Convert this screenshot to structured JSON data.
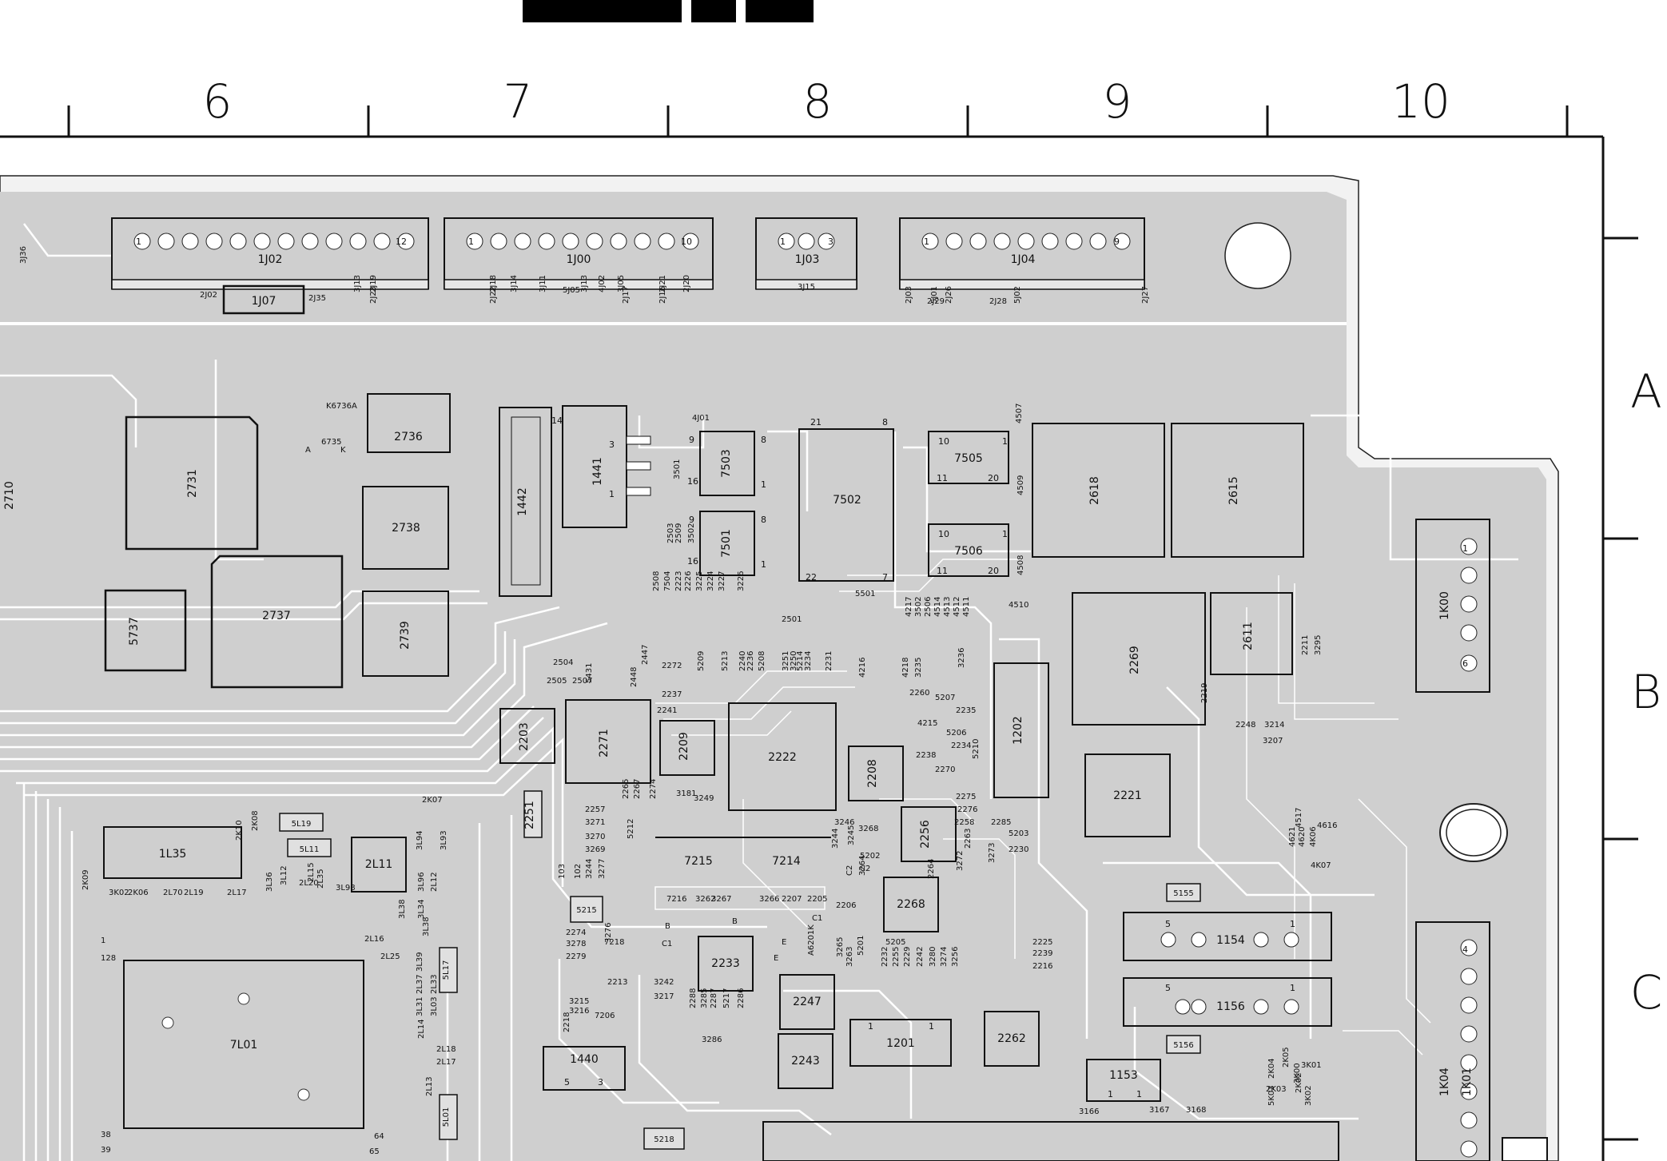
{
  "ruler": {
    "numbers": [
      "6",
      "7",
      "8",
      "9",
      "10"
    ],
    "letters": [
      "A",
      "B",
      "C"
    ]
  },
  "components": [
    {
      "id": "c1j02",
      "label": "1J02"
    },
    {
      "id": "c1j00",
      "label": "1J00"
    },
    {
      "id": "c1j03",
      "label": "1J03"
    },
    {
      "id": "c1j04",
      "label": "1J04"
    },
    {
      "id": "c1j07",
      "label": "1J07"
    },
    {
      "id": "c2736",
      "label": "2736"
    },
    {
      "id": "c2731",
      "label": "2731"
    },
    {
      "id": "c2738",
      "label": "2738"
    },
    {
      "id": "c2737",
      "label": "2737"
    },
    {
      "id": "c5737",
      "label": "5737"
    },
    {
      "id": "c2739",
      "label": "2739"
    },
    {
      "id": "c2710",
      "label": "2710"
    },
    {
      "id": "c1442",
      "label": "1442"
    },
    {
      "id": "c1441",
      "label": "1441"
    },
    {
      "id": "c7503",
      "label": "7503"
    },
    {
      "id": "c7501",
      "label": "7501"
    },
    {
      "id": "c7502",
      "label": "7502"
    },
    {
      "id": "c7505",
      "label": "7505"
    },
    {
      "id": "c7506",
      "label": "7506"
    },
    {
      "id": "c2618",
      "label": "2618"
    },
    {
      "id": "c2615",
      "label": "2615"
    },
    {
      "id": "c1k00",
      "label": "1K00"
    },
    {
      "id": "c2269",
      "label": "2269"
    },
    {
      "id": "c2611",
      "label": "2611"
    },
    {
      "id": "c2203",
      "label": "2203"
    },
    {
      "id": "c2271",
      "label": "2271"
    },
    {
      "id": "c2209",
      "label": "2209"
    },
    {
      "id": "c2222",
      "label": "2222"
    },
    {
      "id": "c2208",
      "label": "2208"
    },
    {
      "id": "c1202",
      "label": "1202"
    },
    {
      "id": "c2221",
      "label": "2221"
    },
    {
      "id": "c2251",
      "label": "2251"
    },
    {
      "id": "c2256",
      "label": "2256"
    },
    {
      "id": "c1l35",
      "label": "1L35"
    },
    {
      "id": "c2l11",
      "label": "2L11"
    },
    {
      "id": "c5l19",
      "label": "5L19"
    },
    {
      "id": "c5l11",
      "label": "5L11"
    },
    {
      "id": "c2268",
      "label": "2268"
    },
    {
      "id": "c1154",
      "label": "1154"
    },
    {
      "id": "c1156",
      "label": "1156"
    },
    {
      "id": "c5155",
      "label": "5155"
    },
    {
      "id": "c5156",
      "label": "5156"
    },
    {
      "id": "c2233",
      "label": "2233"
    },
    {
      "id": "c2247",
      "label": "2247"
    },
    {
      "id": "c2243",
      "label": "2243"
    },
    {
      "id": "c1201",
      "label": "1201"
    },
    {
      "id": "c2262",
      "label": "2262"
    },
    {
      "id": "c1440",
      "label": "1440"
    },
    {
      "id": "c1153",
      "label": "1153"
    },
    {
      "id": "c7l01",
      "label": "7L01"
    },
    {
      "id": "c1k04",
      "label": "1K04"
    },
    {
      "id": "c1k01",
      "label": "1K01"
    },
    {
      "id": "c5215",
      "label": "5215"
    },
    {
      "id": "c5218",
      "label": "5218"
    },
    {
      "id": "c7215",
      "label": "7215"
    },
    {
      "id": "c7214",
      "label": "7214"
    },
    {
      "id": "c5l01",
      "label": "5L01"
    },
    {
      "id": "c5l17",
      "label": "5L17"
    }
  ],
  "small_labels": [
    "K6736A",
    "6735",
    "A",
    "K",
    "2J02",
    "2J35",
    "3J13",
    "2J19",
    "2J23",
    "2J18",
    "2J22",
    "3J14",
    "3J11",
    "5J05",
    "3J13",
    "4J02",
    "3J05",
    "2J17",
    "2J21",
    "2J16",
    "2J20",
    "3J15",
    "2J03",
    "2J29",
    "5J01",
    "2J26",
    "2J28",
    "5J02",
    "2J27",
    "3J36",
    "4J01",
    "3501",
    "2503",
    "2509",
    "3502",
    "2508",
    "7504",
    "2223",
    "2226",
    "3225",
    "3224",
    "3227",
    "3226",
    "2501",
    "5501",
    "4217",
    "3502",
    "2506",
    "4514",
    "4513",
    "4512",
    "4511",
    "4510",
    "4509",
    "4508",
    "4507",
    "2504",
    "2505",
    "2507",
    "5431",
    "2447",
    "2448",
    "2272",
    "2237",
    "2241",
    "5209",
    "5213",
    "2240",
    "2236",
    "5208",
    "3251",
    "3250",
    "5214",
    "3234",
    "2231",
    "4216",
    "4218",
    "3235",
    "3236",
    "2260",
    "5207",
    "2235",
    "4215",
    "5206",
    "2234",
    "2238",
    "5210",
    "2270",
    "2275",
    "2276",
    "2258",
    "2285",
    "5203",
    "2230",
    "3273",
    "2263",
    "3272",
    "2264",
    "2265",
    "2267",
    "2274",
    "3181",
    "3249",
    "2257",
    "3271",
    "3270",
    "3269",
    "5212",
    "3246",
    "3244",
    "3245",
    "3268",
    "5202",
    "C2",
    "C2",
    "3264",
    "7216",
    "3262",
    "3267",
    "3266",
    "2207",
    "2205",
    "2206",
    "B",
    "C1",
    "E",
    "B",
    "C1",
    "E",
    "A6201K",
    "3265",
    "3263",
    "5201",
    "5205",
    "2232",
    "2255",
    "2229",
    "2242",
    "3280",
    "3274",
    "3256",
    "2225",
    "2239",
    "2216",
    "2219",
    "2248",
    "3214",
    "3207",
    "2211",
    "3295",
    "4517",
    "4616",
    "4621",
    "4620",
    "4K06",
    "4K07",
    "3K01",
    "2K04",
    "2K05",
    "2K03",
    "3K00",
    "2K02",
    "5K03",
    "3K02",
    "2K07",
    "2K08",
    "2K10",
    "2K09",
    "3K02",
    "2K06",
    "2L70",
    "2L19",
    "2L17",
    "3L36",
    "3L12",
    "2L20",
    "2L15",
    "2L35",
    "3L98",
    "3L94",
    "3L93",
    "3L96",
    "2L12",
    "3L38",
    "3L34",
    "3L38",
    "3L39",
    "2L37",
    "2L33",
    "3L31",
    "3L03",
    "2L14",
    "2L18",
    "2L17",
    "2L13",
    "2L16",
    "2L25",
    "1",
    "128",
    "38",
    "39",
    "64",
    "65",
    "103",
    "102",
    "3244",
    "3277",
    "3276",
    "2274",
    "3278",
    "2279",
    "7218",
    "2213",
    "3242",
    "3217",
    "3215",
    "3216",
    "2218",
    "7206",
    "2288",
    "3285",
    "2287",
    "5217",
    "2286",
    "3286",
    "3166",
    "3167",
    "3168"
  ],
  "pin_numbers": [
    "1",
    "12",
    "1",
    "10",
    "1",
    "3",
    "1",
    "9",
    "14",
    "3",
    "1",
    "9",
    "16",
    "8",
    "1",
    "9",
    "16",
    "8",
    "1",
    "21",
    "8",
    "22",
    "7",
    "10",
    "1",
    "11",
    "20",
    "10",
    "1",
    "11",
    "20",
    "1",
    "6",
    "5",
    "1",
    "5",
    "1",
    "1",
    "1",
    "5",
    "3",
    "1",
    "1",
    "4",
    "1",
    "4",
    "5"
  ]
}
